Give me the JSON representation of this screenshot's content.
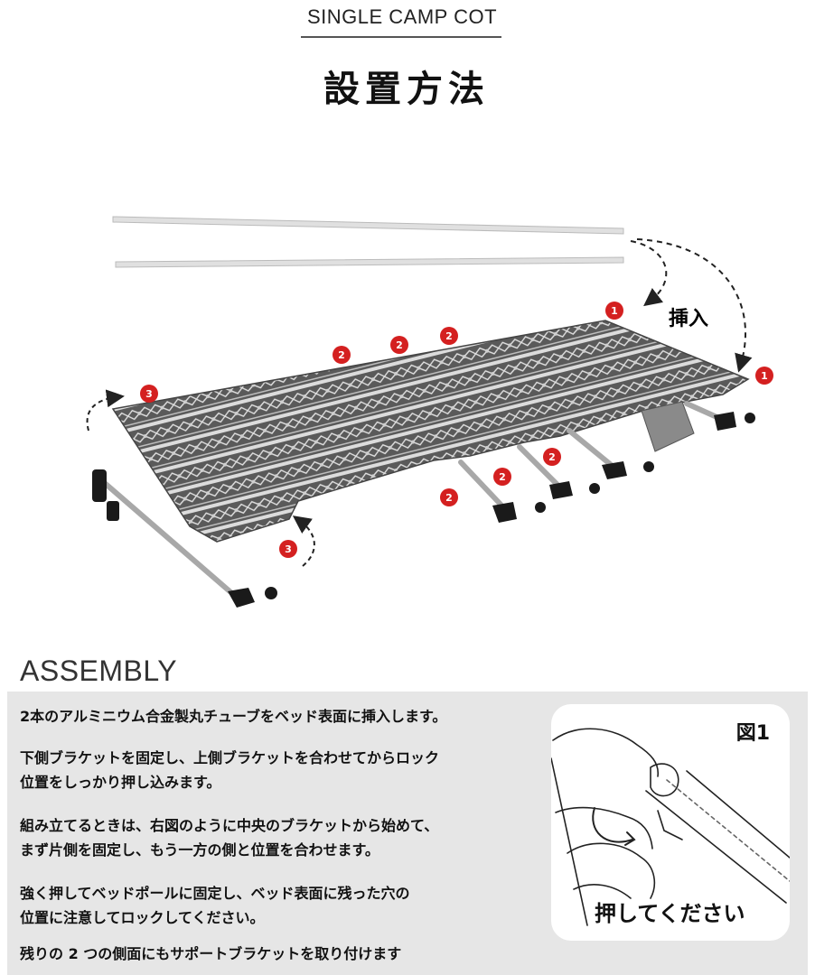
{
  "header": {
    "subtitle": "SINGLE CAMP COT",
    "title": "設置方法"
  },
  "diagram": {
    "insert_label": "挿入",
    "badge_1": "1",
    "badge_2": "2",
    "badge_3": "3",
    "badge_color": "#d42020"
  },
  "assembly": {
    "heading": "ASSEMBLY",
    "steps": [
      "2本のアルミニウム合金製丸チューブをベッド表面に挿入します。",
      "下側ブラケットを固定し、上側ブラケットを合わせてからロック",
      "位置をしっかり押し込みます。",
      "組み立てるときは、右図のように中央のブラケットから始めて、",
      "まず片側を固定し、もう一方の側と位置を合わせます。",
      "強く押してベッドポールに固定し、ベッド表面に残った穴の",
      "位置に注意してロックしてください。",
      "残りの 2 つの側面にもサポートブラケットを取り付けます"
    ]
  },
  "figure": {
    "label": "図1",
    "caption": "押してください"
  }
}
